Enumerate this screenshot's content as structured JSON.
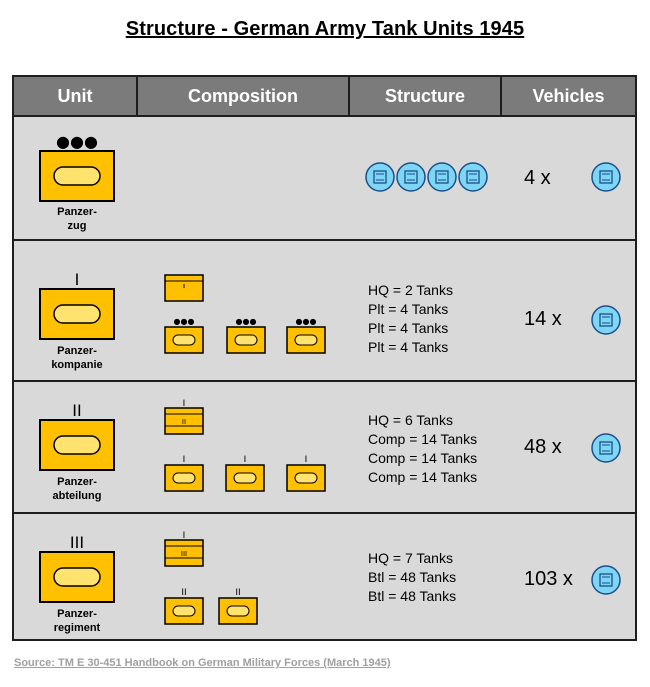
{
  "title": "Structure - German Army Tank Units 1945",
  "columns": [
    "Unit",
    "Composition",
    "Structure",
    "Vehicles"
  ],
  "rows": [
    {
      "unit_label_line1": "Panzer-",
      "unit_label_line2": "zug",
      "echelon_mark": "●●●",
      "structure_lines": [],
      "tank_icon_count": 4,
      "vehicles_count": "4 x"
    },
    {
      "unit_label_line1": "Panzer-",
      "unit_label_line2": "kompanie",
      "echelon_mark": "I",
      "structure_lines": [
        "HQ = 2 Tanks",
        "Plt = 4 Tanks",
        "Plt = 4 Tanks",
        "Plt = 4 Tanks"
      ],
      "vehicles_count": "14 x"
    },
    {
      "unit_label_line1": "Panzer-",
      "unit_label_line2": "abteilung",
      "echelon_mark": "II",
      "structure_lines": [
        "HQ = 6 Tanks",
        "Comp = 14 Tanks",
        "Comp = 14 Tanks",
        "Comp = 14 Tanks"
      ],
      "vehicles_count": "48 x"
    },
    {
      "unit_label_line1": "Panzer-",
      "unit_label_line2": "regiment",
      "echelon_mark": "III",
      "structure_lines": [
        "HQ = 7 Tanks",
        "Btl = 48 Tanks",
        "Btl = 48 Tanks"
      ],
      "vehicles_count": "103 x"
    }
  ],
  "source": "Source: TM E 30-451 Handbook on German Military Forces (March 1945)",
  "colors": {
    "header_bg": "#7b7b7b",
    "row_bg": "#d9d9d9",
    "unit_fill": "#ffc000",
    "unit_inner": "#ffe36e",
    "tank_icon_fill": "#7fd6f4",
    "border": "#1e1e1e",
    "source_text": "#a0a0a0"
  },
  "icons": [
    "panzer-unit-symbol",
    "tank-vehicle-icon"
  ]
}
